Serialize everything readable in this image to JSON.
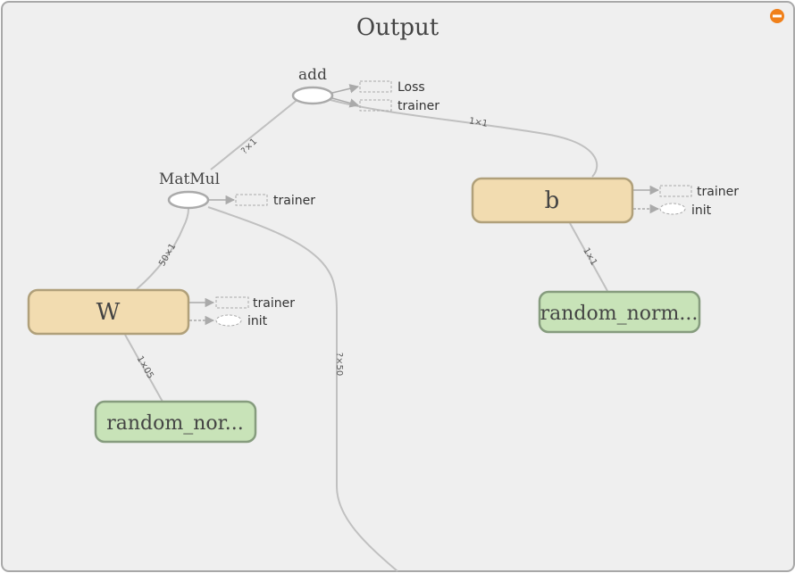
{
  "group": {
    "title": "Output"
  },
  "colors": {
    "variable_fill": "#f2dcb0",
    "variable_stroke": "#b0a07a",
    "init_fill": "#c8e3b8",
    "init_stroke": "#869c7e",
    "collapse_button": "#f0801a"
  },
  "icons": {
    "collapse": "minus-circle-icon"
  },
  "nodes": {
    "add": {
      "label": "add"
    },
    "matmul": {
      "label": "MatMul"
    },
    "w": {
      "label": "W"
    },
    "b": {
      "label": "b"
    },
    "w_init": {
      "label": "random_nor..."
    },
    "b_init": {
      "label": "random_norm..."
    }
  },
  "outputs": {
    "add_loss": "Loss",
    "add_trainer": "trainer",
    "matmul_trainer": "trainer",
    "w_trainer": "trainer",
    "w_init": "init",
    "b_trainer": "trainer",
    "b_init": "init"
  },
  "edge_labels": {
    "matmul_add": "?×1",
    "b_add": "1×1",
    "w_matmul": "50×1",
    "input_matmul": "?×50",
    "winit_w": "1×05",
    "binit_b": "1×1"
  }
}
